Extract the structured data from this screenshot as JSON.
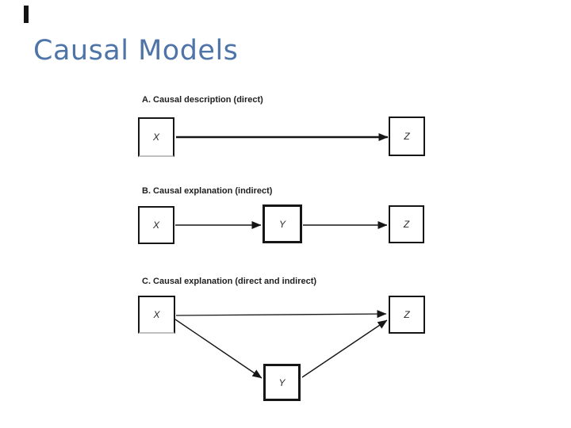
{
  "slide": {
    "title": "Causal Models",
    "title_color": "#4e74a8",
    "background_color": "#ffffff",
    "line_color": "#161616"
  },
  "diagram": {
    "sections": [
      {
        "id": "A",
        "heading": "A. Causal description (direct)",
        "nodes": [
          {
            "label": "X"
          },
          {
            "label": "Z"
          }
        ],
        "edges": [
          {
            "from": "X",
            "to": "Z",
            "style": "thick-arrow"
          }
        ]
      },
      {
        "id": "B",
        "heading": "B. Causal explanation (indirect)",
        "nodes": [
          {
            "label": "X"
          },
          {
            "label": "Y"
          },
          {
            "label": "Z"
          }
        ],
        "edges": [
          {
            "from": "X",
            "to": "Y",
            "style": "arrow"
          },
          {
            "from": "Y",
            "to": "Z",
            "style": "arrow"
          }
        ]
      },
      {
        "id": "C",
        "heading": "C. Causal explanation (direct and indirect)",
        "nodes": [
          {
            "label": "X"
          },
          {
            "label": "Y"
          },
          {
            "label": "Z"
          }
        ],
        "edges": [
          {
            "from": "X",
            "to": "Z",
            "style": "arrow"
          },
          {
            "from": "X",
            "to": "Y",
            "style": "arrow"
          },
          {
            "from": "Y",
            "to": "Z",
            "style": "arrow"
          }
        ]
      }
    ]
  }
}
